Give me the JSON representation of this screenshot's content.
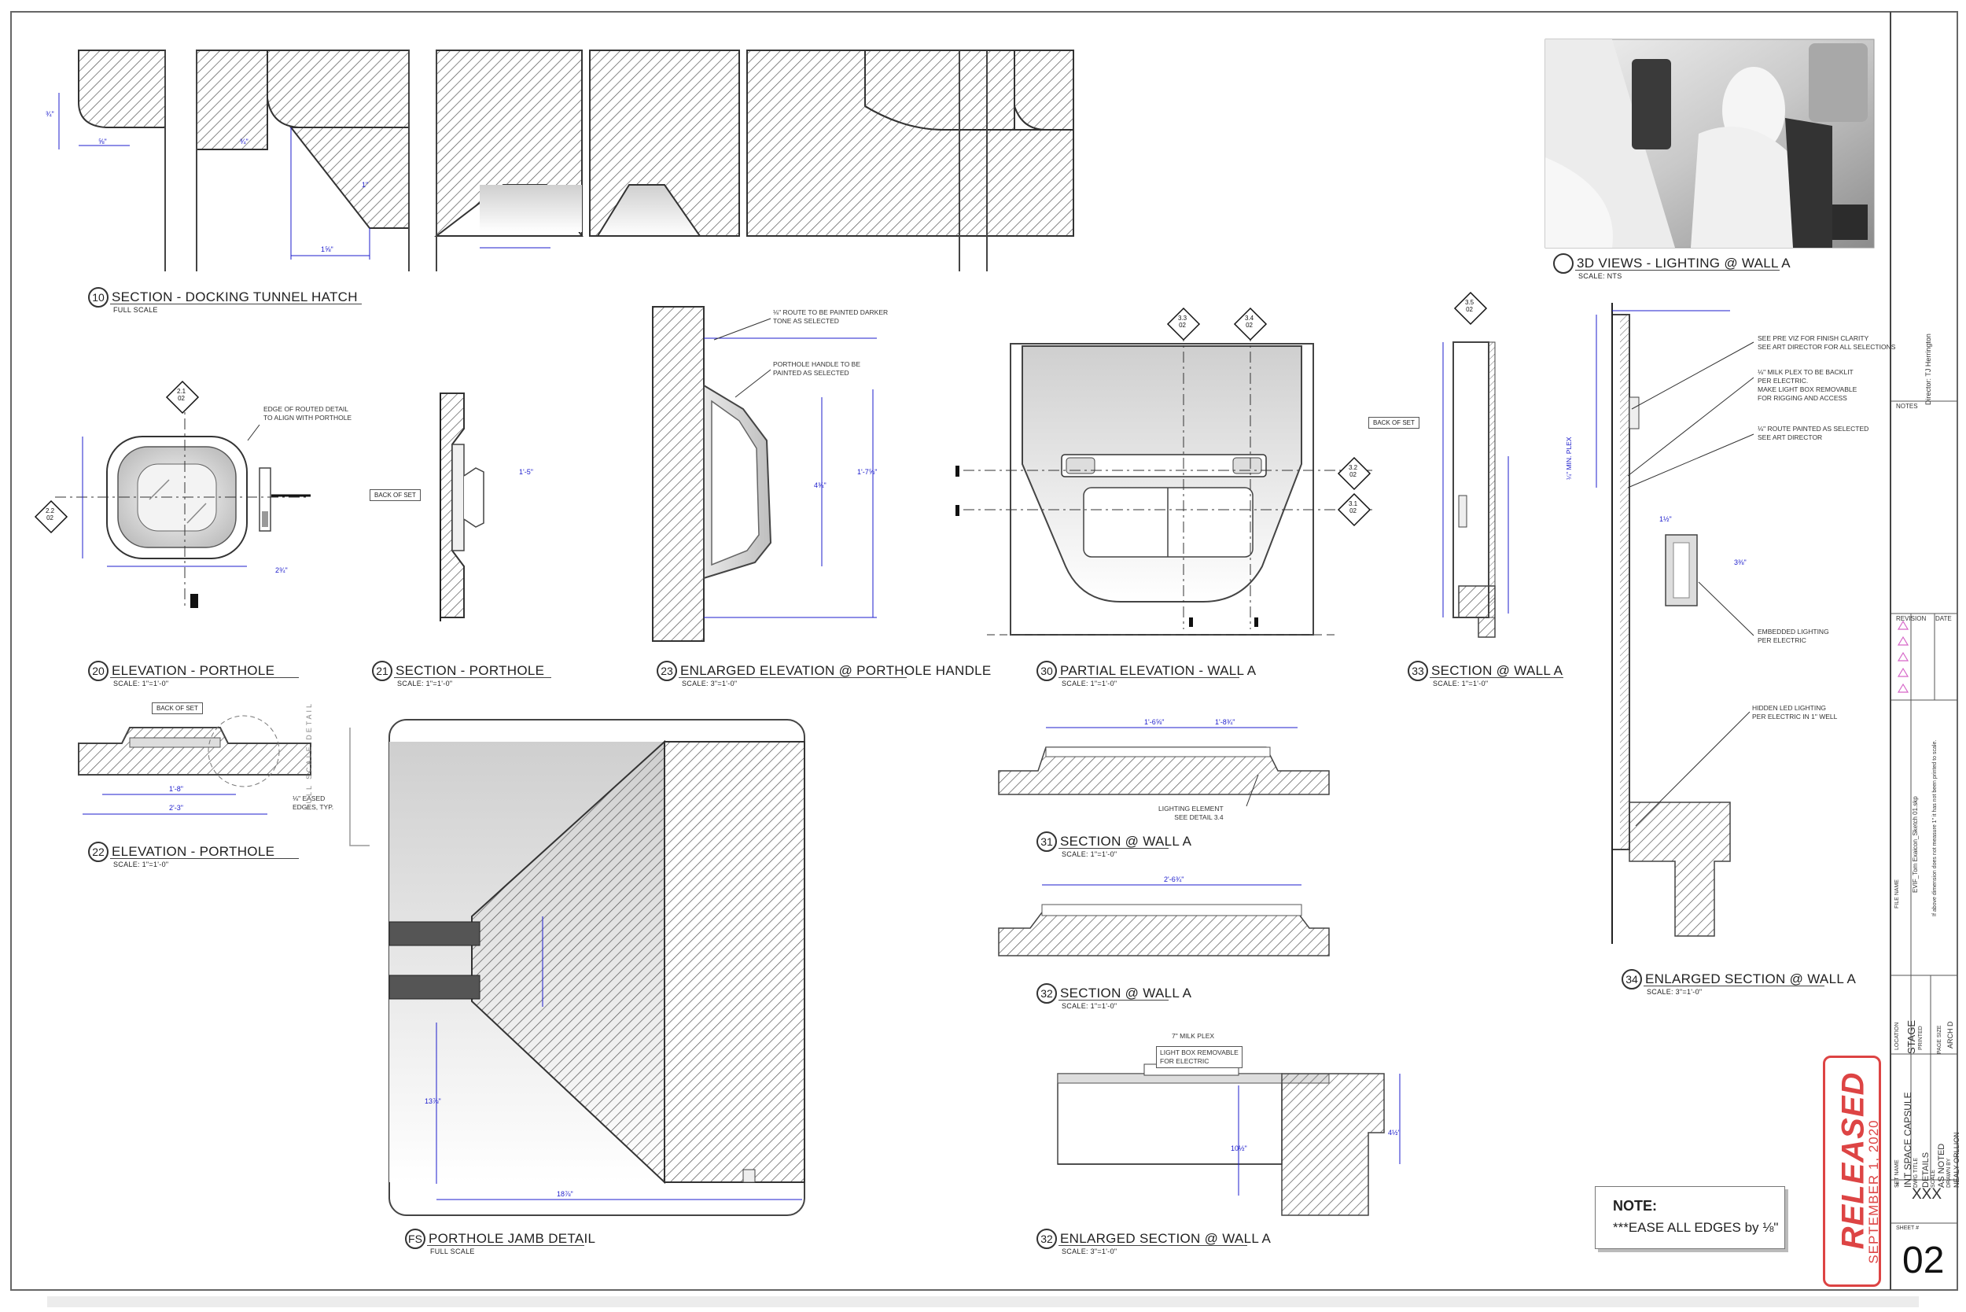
{
  "colors": {
    "line": "#333333",
    "dimension": "#1c1ccc",
    "stamp": "#dd4444",
    "hatch": "#555555"
  },
  "details": [
    {
      "num": "10",
      "name": "SECTION - DOCKING TUNNEL HATCH",
      "scale": "FULL SCALE"
    },
    {
      "num": "",
      "name": "3D VIEWS - LIGHTING @ WALL A",
      "scale": "SCALE: NTS"
    },
    {
      "num": "20",
      "name": "ELEVATION - PORTHOLE",
      "scale": "SCALE: 1\"=1'-0\""
    },
    {
      "num": "21",
      "name": "SECTION - PORTHOLE",
      "scale": "SCALE: 1\"=1'-0\""
    },
    {
      "num": "23",
      "name": "ENLARGED ELEVATION @ PORTHOLE HANDLE",
      "scale": "SCALE: 3\"=1'-0\""
    },
    {
      "num": "30",
      "name": "PARTIAL ELEVATION - WALL A",
      "scale": "SCALE: 1\"=1'-0\""
    },
    {
      "num": "33",
      "name": "SECTION @ WALL A",
      "scale": "SCALE: 1\"=1'-0\""
    },
    {
      "num": "22",
      "name": "ELEVATION - PORTHOLE",
      "scale": "SCALE: 1\"=1'-0\""
    },
    {
      "num": "31",
      "name": "SECTION @ WALL A",
      "scale": "SCALE: 1\"=1'-0\""
    },
    {
      "num": "32",
      "name": "SECTION @ WALL A",
      "scale": "SCALE: 1\"=1'-0\""
    },
    {
      "num": "34",
      "name": "ENLARGED SECTION @ WALL A",
      "scale": "SCALE: 3\"=1'-0\""
    },
    {
      "num": "FS",
      "name": "PORTHOLE JAMB DETAIL",
      "scale": "FULL SCALE"
    },
    {
      "num": "32",
      "name": "ENLARGED SECTION @ WALL A",
      "scale": "SCALE: 3\"=1'-0\""
    }
  ],
  "annotations": {
    "routed_edge": "EDGE OF ROUTED DETAIL\nTO ALIGN WITH PORTHOLE",
    "route_darker": "⅛\" ROUTE TO BE PAINTED DARKER\nTONE AS SELECTED",
    "handle_painted": "PORTHOLE HANDLE TO BE\nPAINTED AS SELECTED",
    "previz": "SEE PRE VIZ FOR FINISH CLARITY\nSEE ART DIRECTOR FOR ALL SELECTIONS",
    "milk_plex": "⅛\" MILK PLEX TO BE BACKLIT\nPER ELECTRIC.\nMAKE LIGHT BOX REMOVABLE\nFOR RIGGING AND ACCESS",
    "route_art": "⅛\" ROUTE PAINTED AS SELECTED\nSEE ART DIRECTOR",
    "embedded": "EMBEDDED LIGHTING\nPER ELECTRIC",
    "hidden_led": "HIDDEN LED LIGHTING\nPER ELECTRIC IN 1\" WELL",
    "lighting_element": "LIGHTING ELEMENT\nSEE DETAIL 3.4",
    "eased_edges": "⅛\" EASED\nEDGES, TYP.",
    "full_scale_detail": "FULL SCALE DETAIL",
    "milk_plex_7": "7\" MILK PLEX",
    "light_box": "LIGHT BOX REMOVABLE\nFOR ELECTRIC",
    "back_of_set": "BACK OF SET",
    "min_plex": "¼\" MIN. PLEX"
  },
  "dims": [
    "¾\"",
    "⅝\"",
    "¾\"",
    "1\"",
    "1⅝\"",
    "2¾\"",
    "1'-8\"",
    "2'-3\"",
    "1'-5\"",
    "1'-7⅝\"",
    "4¾\"",
    "1'-6⅝\"",
    "1'-8¾\"",
    "2'-6¾\"",
    "1½\"",
    "3⅜\"",
    "18⅞\"",
    "13⅞\"",
    "10½\"",
    "4½\""
  ],
  "callouts": [
    {
      "top": "2.1",
      "bottom": "02"
    },
    {
      "top": "2.2",
      "bottom": "02"
    },
    {
      "top": "3.3",
      "bottom": "02"
    },
    {
      "top": "3.4",
      "bottom": "02"
    },
    {
      "top": "3.5",
      "bottom": "02"
    },
    {
      "top": "3.2",
      "bottom": "02"
    },
    {
      "top": "3.1",
      "bottom": "02"
    }
  ],
  "note": {
    "heading": "NOTE:",
    "body": "***EASE ALL EDGES by ⅛\""
  },
  "stamp": {
    "status": "RELEASED",
    "date": "SEPTEMBER 1, 2020"
  },
  "title_block": {
    "director": "Director: TJ Herrington",
    "notes_label": "NOTES",
    "revision_label": "REVISION",
    "date_label": "DATE",
    "file_name_label": "FILE NAME",
    "file_name": "EVIF_Tom Exaicon_Sketch 01.skp",
    "disclaimer": "If above dimension does not measure 1\" it has not been printed to scale.",
    "location_label": "LOCATION",
    "location": "STAGE",
    "printed_label": "PRINTED",
    "page_size_label": "PAGE SIZE",
    "page_size": "ARCH D",
    "set_name_label": "SET NAME",
    "set_name": "INT SPACE CAPSULE",
    "drawing_title_label": "DWG TITLE",
    "drawing_title": "DETAILS",
    "scale_label": "SCALE",
    "scale": "AS NOTED",
    "drawn_by_label": "DRAWN BY",
    "drawn_by": "NEALY ORLLION",
    "number_label": "#",
    "number": "XXX",
    "sheet_label": "SHEET #",
    "sheet": "02"
  }
}
